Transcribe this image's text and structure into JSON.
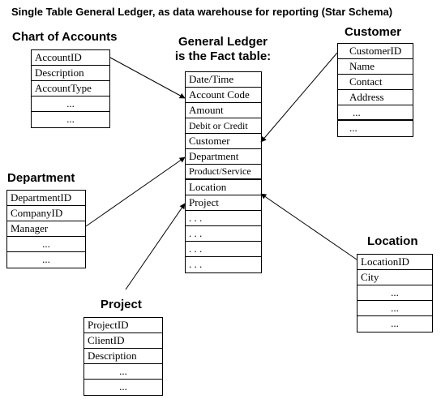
{
  "title": "Single Table General Ledger, as data warehouse for reporting (Star Schema)",
  "fact": {
    "heading_line1": "General Ledger",
    "heading_line2": "is the Fact table:",
    "fields": [
      "Date/Time",
      "Account Code",
      "Amount",
      "Debit or Credit",
      "Customer",
      "Department",
      "Product/Service",
      "Location",
      "Project",
      ". . .",
      ". . .",
      ". . .",
      ". . ."
    ]
  },
  "chart_of_accounts": {
    "heading": "Chart of Accounts",
    "fields": [
      "AccountID",
      "Description",
      "AccountType",
      "...",
      "..."
    ]
  },
  "customer": {
    "heading": "Customer",
    "fields": [
      "CustomerID",
      "Name",
      "Contact",
      "Address",
      "...",
      "..."
    ]
  },
  "department": {
    "heading": "Department",
    "fields": [
      "DepartmentID",
      "CompanyID",
      "Manager",
      "...",
      "..."
    ]
  },
  "location": {
    "heading": "Location",
    "fields": [
      "LocationID",
      "City",
      "...",
      "...",
      "..."
    ]
  },
  "project": {
    "heading": "Project",
    "fields": [
      "ProjectID",
      "ClientID",
      "Description",
      "...",
      "..."
    ]
  }
}
